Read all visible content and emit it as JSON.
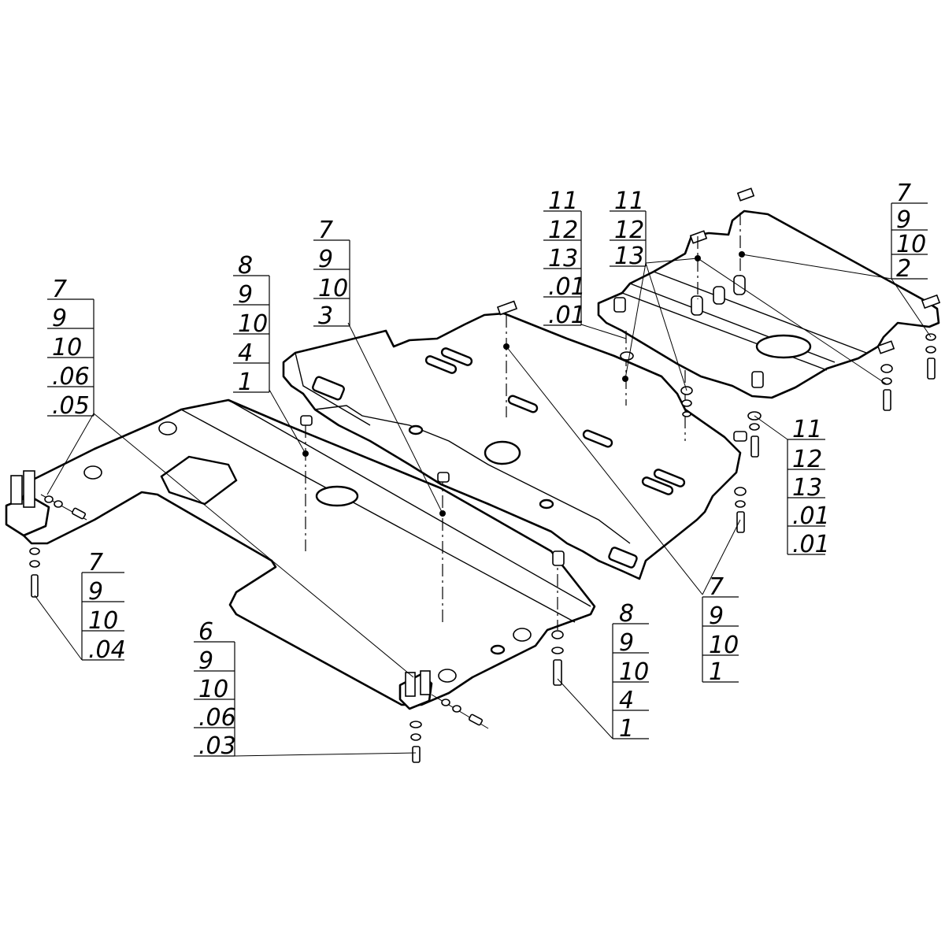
{
  "callouts": [
    {
      "id": "A",
      "items": [
        "7",
        "9",
        "10",
        ".06",
        ".05"
      ]
    },
    {
      "id": "B",
      "items": [
        "8",
        "9",
        "10",
        "4",
        "1"
      ]
    },
    {
      "id": "C",
      "items": [
        "7",
        "9",
        "10",
        "3"
      ]
    },
    {
      "id": "D",
      "items": [
        "11",
        "12",
        "13",
        ".01",
        ".01"
      ]
    },
    {
      "id": "E",
      "items": [
        "11",
        "12",
        "13"
      ]
    },
    {
      "id": "F",
      "items": [
        "7",
        "9",
        "10",
        "2"
      ]
    },
    {
      "id": "G",
      "items": [
        "11",
        "12",
        "13",
        ".01",
        ".01"
      ]
    },
    {
      "id": "H",
      "items": [
        "7",
        "9",
        "10",
        ".04"
      ]
    },
    {
      "id": "I",
      "items": [
        "6",
        "9",
        "10",
        ".06",
        ".03"
      ]
    },
    {
      "id": "J",
      "items": [
        "8",
        "9",
        "10",
        "4",
        "1"
      ]
    },
    {
      "id": "K",
      "items": [
        "7",
        "9",
        "10",
        "1"
      ]
    }
  ]
}
